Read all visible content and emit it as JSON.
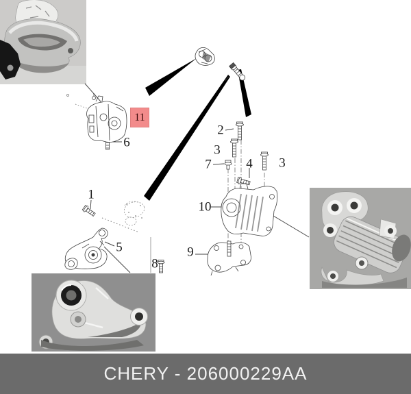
{
  "page": {
    "background": "#ffffff"
  },
  "footer": {
    "label": "CHERY - 206000229AA",
    "bg": "#6b6b6b",
    "text_color": "#f2f2f2"
  },
  "highlight": {
    "label": "11",
    "bg": "#f28b8b",
    "border": "#e07f7f",
    "text_color": "#3d0c0c"
  },
  "callouts": {
    "c1": {
      "label": "1"
    },
    "c2": {
      "label": "2"
    },
    "c3a": {
      "label": "3"
    },
    "c3b": {
      "label": "3"
    },
    "c4": {
      "label": "4"
    },
    "c5": {
      "label": "5"
    },
    "c6": {
      "label": "6"
    },
    "c7": {
      "label": "7"
    },
    "c8": {
      "label": "8"
    },
    "c9": {
      "label": "9"
    },
    "c10": {
      "label": "10"
    }
  },
  "insets": {
    "top_left": {
      "name": "engine-mount-photo"
    },
    "bottom_left": {
      "name": "mount-bracket-arm-photo"
    },
    "right": {
      "name": "transmission-mount-bracket-photo"
    }
  }
}
